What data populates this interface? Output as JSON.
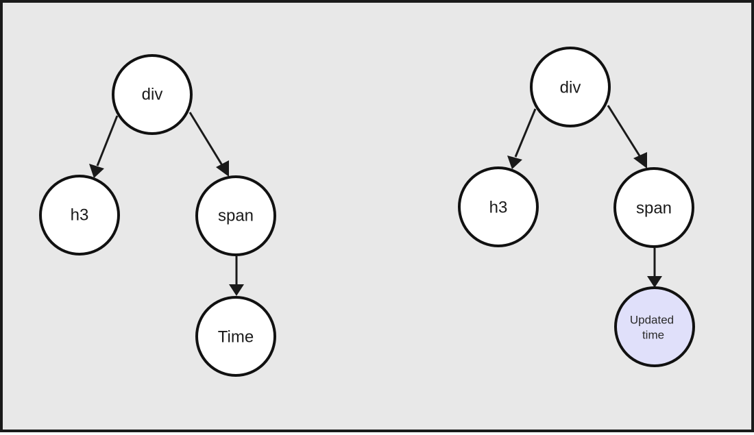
{
  "colors": {
    "background": "#e8e8e8",
    "border": "#1a1a1a",
    "node_fill": "#ffffff",
    "highlight_fill": "#e0e0fa"
  },
  "left_tree": {
    "root": {
      "label": "div"
    },
    "left_child": {
      "label": "h3"
    },
    "right_child": {
      "label": "span"
    },
    "leaf": {
      "label": "Time"
    }
  },
  "right_tree": {
    "root": {
      "label": "div"
    },
    "left_child": {
      "label": "h3"
    },
    "right_child": {
      "label": "span"
    },
    "leaf": {
      "label_line1": "Updated",
      "label_line2": "time"
    }
  }
}
